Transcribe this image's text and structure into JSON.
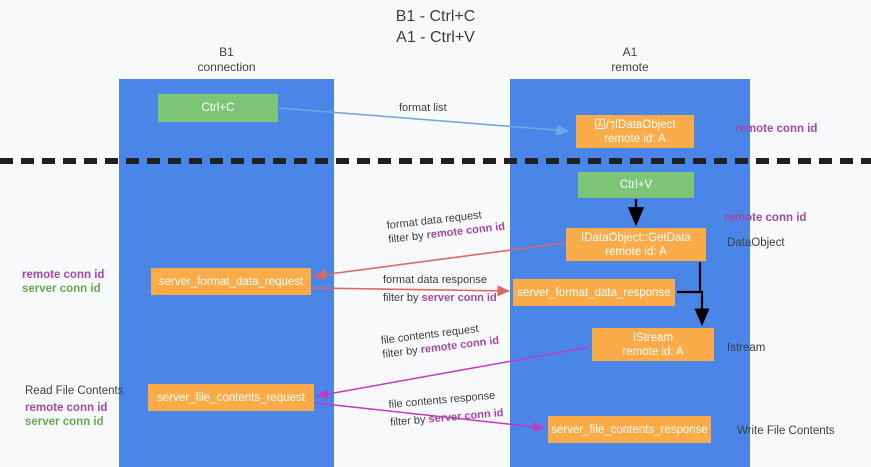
{
  "title": {
    "line1": "B1 - Ctrl+C",
    "line2": "A1 - Ctrl+V"
  },
  "lanes": [
    {
      "id": "b1",
      "name": "B1",
      "sub": "connection",
      "color": "#4a86e8"
    },
    {
      "id": "a1",
      "name": "A1",
      "sub": "remote",
      "color": "#4a86e8"
    }
  ],
  "colors": {
    "lane": "#4a86e8",
    "orange_node": "#fbab48",
    "green_node": "#7cc576",
    "remote_conn_id": "#a349a4",
    "server_conn_id": "#6aa84f",
    "arrow_format_list": "#6fa8dc",
    "arrow_format_data": "#e06666",
    "arrow_file_contents": "#c13ac1",
    "arrow_black": "#000000",
    "separator": "#202020",
    "background": "#f8f9fa"
  },
  "nodes": {
    "ctrl_c": {
      "label": "Ctrl+C",
      "style": "green"
    },
    "idataobject": {
      "line1": "囚/⁊IDataObject",
      "line2": "remote id: A",
      "style": "orange"
    },
    "ctrl_v": {
      "label": "Ctrl+V",
      "style": "green"
    },
    "getdata": {
      "line1": "IDataObject::GetData",
      "line2": "remote id: A",
      "style": "orange"
    },
    "server_format_data_request": {
      "label": "server_format_data_request",
      "style": "orange"
    },
    "server_format_data_response": {
      "label": "server_format_data_response",
      "style": "orange"
    },
    "istream": {
      "line1": "IStream",
      "line2": "remote id: A",
      "style": "orange"
    },
    "server_file_contents_request": {
      "label": "server_file_contents_request",
      "style": "orange"
    },
    "server_file_contents_response": {
      "label": "server_file_contents_response",
      "style": "orange"
    }
  },
  "annotations": {
    "remote_conn_id_top": "remote conn id",
    "remote_conn_id_mid": "remote conn id",
    "dataobject": "DataObject",
    "istream": "Istream",
    "write_file_contents": "Write File Contents",
    "read_file_contents": "Read File Contents",
    "left_remote_conn_id": "remote conn id",
    "left_server_conn_id": "server conn id",
    "read_remote_conn_id": "remote conn id",
    "read_server_conn_id": "server conn id"
  },
  "edge_labels": {
    "format_list": "format list",
    "format_data_request": "format data request",
    "format_data_request_filter_prefix": "filter by ",
    "format_data_request_filter_key": "remote conn id",
    "format_data_response": "format data response",
    "format_data_response_filter_prefix": "filter by ",
    "format_data_response_filter_key": "server conn id",
    "file_contents_request": "file contents request",
    "file_contents_request_filter_prefix": "filter by ",
    "file_contents_request_filter_key": "remote conn id",
    "file_contents_response": "file contents response",
    "file_contents_response_filter_prefix": "filter by ",
    "file_contents_response_filter_key": "server conn id"
  }
}
